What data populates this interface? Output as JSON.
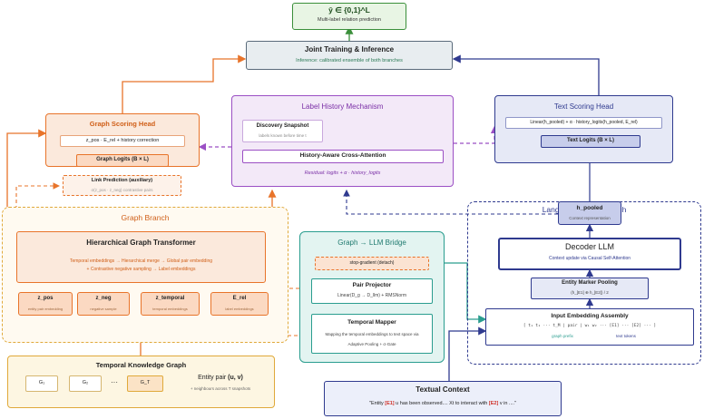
{
  "output": {
    "title": "ŷ ∈ {0,1}^L",
    "subtitle": "Multi-label relation prediction"
  },
  "joint": {
    "title": "Joint Training & Inference",
    "subtitle": "Inference: calibrated ensemble of both branches"
  },
  "label_history": {
    "title": "Label History Mechanism",
    "snapshot_title": "Discovery Snapshot",
    "snapshot_sub": "labels known before time t",
    "attention": "History-Aware Cross-Attention",
    "formula": "Residual: logits + α · history_logits"
  },
  "graph_head": {
    "title": "Graph Scoring Head",
    "formula": "z_pos · E_rel + history correction",
    "logits": "Graph Logits (B × L)",
    "link_title": "Link Prediction (auxiliary)",
    "link_sub": "σ(z_pos · z_neg) contrastive pairs"
  },
  "text_head": {
    "title": "Text Scoring Head",
    "formula": "Linear(h_pooled) + α · history_logits(h_pooled, E_rel)",
    "logits": "Text Logits (B × L)"
  },
  "lm_branch": {
    "title": "Language Model Branch",
    "h_pooled": "h_pooled",
    "h_pooled_sub": "Context representation",
    "decoder": "Decoder LLM",
    "decoder_sub": "Context update via Causal Self-Attention",
    "marker": "Entity Marker Pooling",
    "marker_sub": "(h_[E1] ⊕ h_[E2]) / 2",
    "embed": "Input Embedding Assembly",
    "embed_tokens": "[ t₁ t₂ ··· t_M | pair | w₁ w₂ ··· [E1] ··· [E2] ··· ]",
    "graph_prefix": "graph prefix",
    "text_tokens": "text tokens"
  },
  "graph_branch": {
    "title": "Graph Branch",
    "transformer": "Hierarchical Graph Transformer",
    "line1": "Temporal embeddings → Hierarchical merge → Global pair embedding",
    "line2": "+ Contrastive negative sampling → Label embeddings",
    "outputs": [
      {
        "name": "z_pos",
        "sub": "entity pair embedding"
      },
      {
        "name": "z_neg",
        "sub": "negative sample"
      },
      {
        "name": "z_temporal",
        "sub": "temporal embeddings"
      },
      {
        "name": "E_rel",
        "sub": "label embeddings"
      }
    ]
  },
  "bridge": {
    "title": "Graph → LLM Bridge",
    "stop": "stop-gradient (detach)",
    "pair_title": "Pair Projector",
    "pair_sub": "Linear(D_g → D_llm) + RMSNorm",
    "temporal_title": "Temporal Mapper",
    "temporal_sub1": "Mapping the temporal embeddings to text space via",
    "temporal_sub2": "Adaptive Pooling + σ-Gate"
  },
  "tkg": {
    "title": "Temporal Knowledge Graph",
    "snapshots": [
      "G₁",
      "G₂",
      "···",
      "G_T"
    ],
    "pair_label": "Entity pair",
    "pair_vars": "(u, v)",
    "pair_sub": "+ neighbours across T snapshots"
  },
  "context": {
    "title": "Textual Context",
    "q1": "\"Entity ",
    "e1": "[E1]",
    "q2": " u has been observed.... Xt to interact with ",
    "e2": "[E2]",
    "q3": " v in ....\""
  },
  "colors": {
    "orange": "#e8742a",
    "purple": "#9b4fc4",
    "navy": "#2f3a8f",
    "teal": "#2a9d8f",
    "green": "#3a8f3a",
    "gold": "#e0a93a",
    "slate": "#5a6b7b"
  }
}
